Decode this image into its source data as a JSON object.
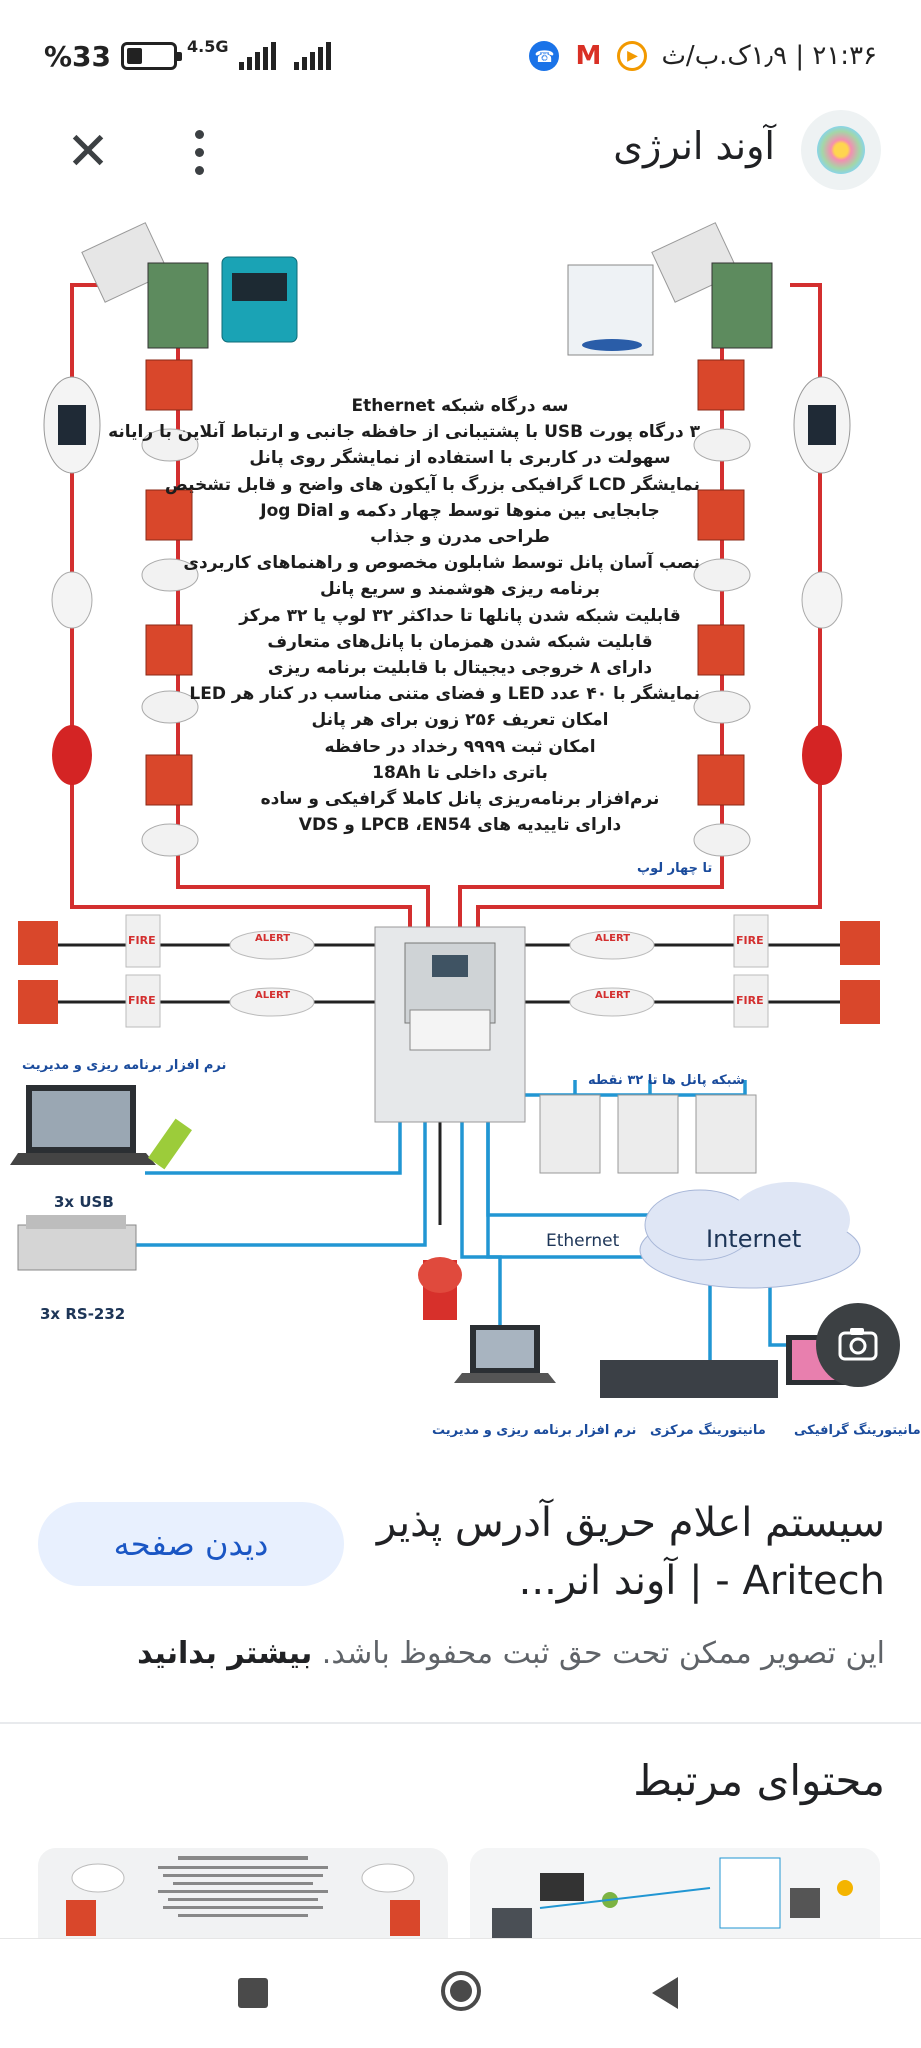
{
  "status_bar": {
    "time": "۲۱:۳۶ | ۱٫۹ک.ب/ث",
    "network": "4.5G",
    "battery_text": "%33",
    "battery_level": 0.33,
    "icons": [
      "phone-icon",
      "gmail-icon",
      "play-icon"
    ]
  },
  "header": {
    "site_name": "آوند انرژی",
    "close_icon": "✕"
  },
  "diagram": {
    "specs": [
      "سه درگاه شبکه Ethernet",
      "۳ درگاه پورت USB با پشتیبانی از حافظه جانبی و ارتباط آنلاین با رایانه",
      "سهولت در کاربری با استفاده از نمایشگر روی پانل",
      "نمایشگر LCD گرافیکی بزرگ با آیکون های واضح و قابل تشخیص",
      "جابجایی بین منوها توسط چهار دکمه و Jog Dial",
      "طراحی مدرن و جذاب",
      "نصب آسان پانل توسط شابلون مخصوص و راهنماهای کاربردی",
      "برنامه ریزی هوشمند و سریع پانل",
      "قابلیت شبکه شدن پانلها تا حداکثر ۳۲ لوپ یا ۳۲ مرکز",
      "قابلیت شبکه شدن همزمان با پانل‌های متعارف",
      "دارای ۸ خروجی دیجیتال با قابلیت برنامه ریزی",
      "نمایشگر با ۴۰ عدد LED و فضای متنی مناسب در کنار هر LED",
      "امکان تعریف ۲۵۶ زون برای هر پانل",
      "امکان ثبت ۹۹۹۹ رخداد در حافظه",
      "باتری داخلی تا 18Ah",
      "نرم‌افزار برنامه‌ریزی پانل کاملا گرافیکی و ساده",
      "دارای تاییدیه های LPCB ،EN54 و VDS"
    ],
    "loop_label": "تا چهار لوپ",
    "software_label": "نرم افزار برنامه ریزی و مدیریت",
    "network_label": "شبکه پانل ها تا ۳۲ نقطه",
    "usb_label": "3x USB",
    "rs232_label": "3x RS-232",
    "ethernet_label": "Ethernet",
    "internet_label": "Internet",
    "software_label_2": "نرم افزار برنامه ریزی و مدیریت",
    "central_monitor_label": "مانیتورینگ مرکزی",
    "graphic_monitor_label": "مانیتورینگ گرافیکی",
    "fire_label": "FIRE",
    "alert_label": "ALERT"
  },
  "result": {
    "title": "سیستم اعلام حریق آدرس پذیر Aritech - | آوند انر...",
    "visit_button": "دیدن صفحه",
    "copyright_text": "این تصویر ممکن تحت حق ثبت محفوظ باشد.",
    "learn_more": "بیشتر بدانید"
  },
  "related": {
    "title": "محتوای مرتبط"
  },
  "colors": {
    "red_wire": "#d32f2f",
    "blue_wire": "#2196d3",
    "visit_bg": "#e8f0fe",
    "visit_text": "#1a56c4"
  }
}
